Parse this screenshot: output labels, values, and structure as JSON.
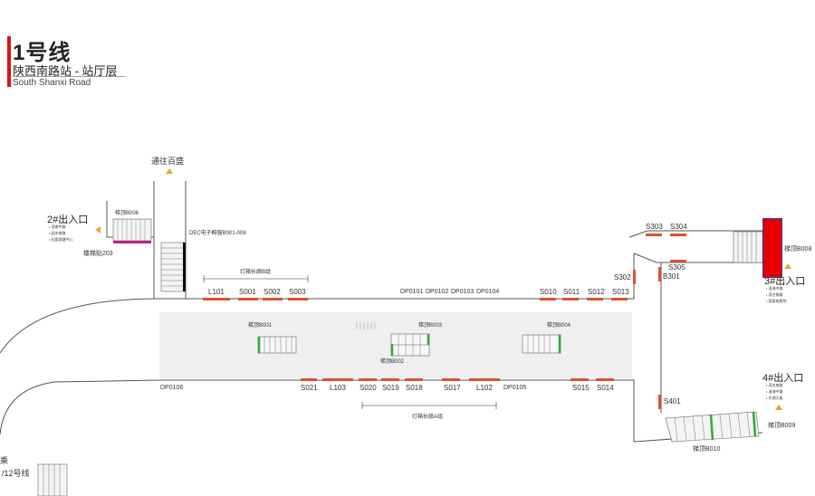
{
  "header": {
    "line": "1号线",
    "station_cn": "陕西南路站 - 站厅层",
    "station_en": "South Shanxi Road"
  },
  "colors": {
    "accent": "#d7141a",
    "ad_panel": "#e0502d",
    "elevator": "#2eaa3a",
    "highlight": "#e60000"
  },
  "labels": {
    "to_baisheng": "通往百盛",
    "dec_screens": "DEC电子橱窗B001-008",
    "lightbox_b": "灯箱长廊B组",
    "lightbox_a": "灯箱长廊A组",
    "line_12": "/12号线",
    "line_12_prefix": "乘"
  },
  "exits": {
    "exit2": {
      "title": "2#出入口",
      "items": [
        "• 茂南中路",
        "• 延庆南路",
        "• 妇婴保健中心"
      ]
    },
    "exit3": {
      "title": "3#出入口",
      "items": [
        "• 淮海中路",
        "• 茂名南路",
        "• 国泰电影院"
      ]
    },
    "exit4": {
      "title": "4#出入口",
      "items": [
        "• 茂名南路",
        "• 淮海中路",
        "• 东湖大厦"
      ]
    }
  },
  "escalators": {
    "b006": "梯顶B006",
    "b203": "楼梯贴203",
    "b001": "梯顶B001",
    "b003": "梯顶B003",
    "b004": "梯顶B004",
    "b002": "梯顶B002",
    "b008": "梯顶B008",
    "b009": "梯顶B009",
    "b010": "梯顶B010"
  },
  "top_row": [
    "L101",
    "S001",
    "S002",
    "S003",
    "DP0101",
    "DP0102",
    "DP0103",
    "DP0104",
    "S010",
    "S011",
    "S012",
    "S013"
  ],
  "bottom_row": [
    "DP0106",
    "S021",
    "L103",
    "S020",
    "S019",
    "S018",
    "S017",
    "L102",
    "DP0105",
    "S015",
    "S014"
  ],
  "right_side": [
    "S303",
    "S304",
    "S302",
    "S305",
    "B301",
    "S401"
  ]
}
